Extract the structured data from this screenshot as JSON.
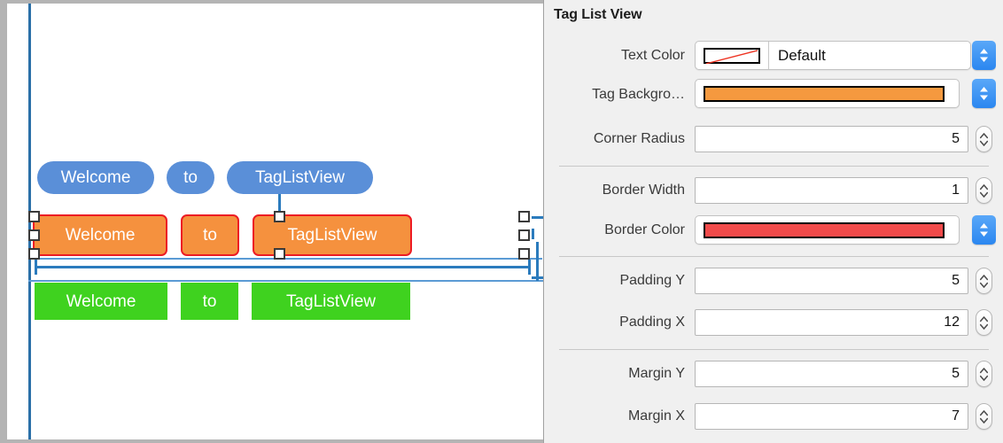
{
  "canvas": {
    "tag_rows": [
      {
        "id": "tag-list-view-blue",
        "style": "blue",
        "tags": [
          "Welcome",
          "to",
          "TagListView"
        ]
      },
      {
        "id": "tag-list-view-orange",
        "style": "orange",
        "selected": true,
        "tags": [
          "Welcome",
          "to",
          "TagListView"
        ]
      },
      {
        "id": "tag-list-view-green",
        "style": "green",
        "tags": [
          "Welcome",
          "to",
          "TagListView"
        ]
      }
    ],
    "colors": {
      "blue_tag": "#5a8fd8",
      "orange_tag": "#f5913e",
      "orange_tag_border": "#ed1c24",
      "green_tag": "#3fd21f",
      "guide": "#2b70a8",
      "constraint": "#2b7bbd"
    }
  },
  "inspector": {
    "title": "Tag List View",
    "rows": [
      {
        "label": "Text Color",
        "kind": "color-popup",
        "swatch": "none",
        "value": "Default",
        "swatch_color": "#ffffff",
        "slash_color": "#ee3322"
      },
      {
        "label": "Tag Backgro…",
        "kind": "color-well",
        "swatch": "solid",
        "value": "",
        "swatch_color": "#f5993f"
      },
      {
        "label": "Corner Radius",
        "kind": "number",
        "value": "5"
      },
      {
        "label": "Border Width",
        "kind": "number",
        "value": "1"
      },
      {
        "label": "Border Color",
        "kind": "color-well",
        "swatch": "solid",
        "value": "",
        "swatch_color": "#f14a4a"
      },
      {
        "label": "Padding Y",
        "kind": "number",
        "value": "5"
      },
      {
        "label": "Padding X",
        "kind": "number",
        "value": "12"
      },
      {
        "label": "Margin Y",
        "kind": "number",
        "value": "5"
      },
      {
        "label": "Margin X",
        "kind": "number",
        "value": "7"
      }
    ],
    "stepper_icon": "stepper-up-down-icon"
  }
}
